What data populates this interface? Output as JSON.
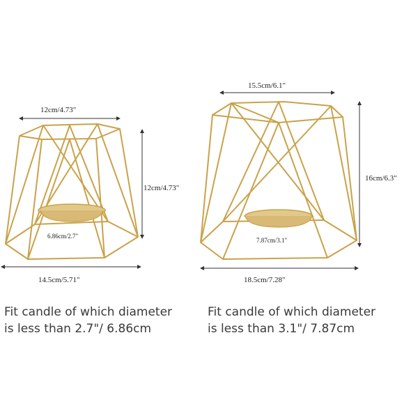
{
  "left_holder": {
    "top_width": "12cm/4.73\"",
    "height": "12cm/4.73\"",
    "base_width": "14.5cm/5.71\"",
    "cup_diameter": "6.86cm/2.7\"",
    "caption_line1": "Fit candle of which diameter",
    "caption_line2": "is less than 2.7\"/ 6.86cm"
  },
  "right_holder": {
    "top_width": "15.5cm/6.1\"",
    "height": "16cm/6.3\"",
    "base_width": "18.5cm/7.28\"",
    "cup_diameter": "7.87cm/3.1\"",
    "caption_line1": "Fit candle of which diameter",
    "caption_line2": "is less than 3.1\"/ 7.87cm"
  },
  "colors": {
    "wire_gold": "#c9a24a",
    "cup_gold": "#e2c98a",
    "dimension_line": "#333333"
  }
}
